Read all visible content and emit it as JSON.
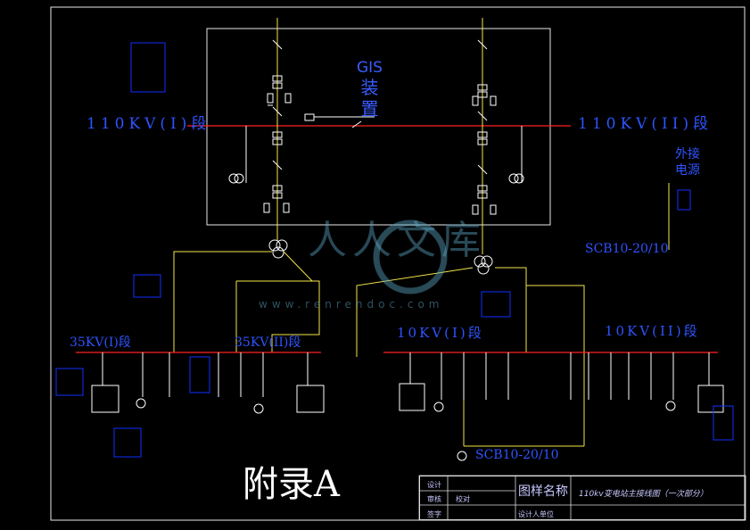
{
  "gis_label_line1": "GIS",
  "gis_label_line2": "装",
  "gis_label_line3": "置",
  "bus_110_1": "110KV(I)段",
  "bus_110_2": "110KV(II)段",
  "external_power_1": "外接",
  "external_power_2": "电源",
  "scb_top": "SCB10-20/10",
  "scb_bottom": "SCB10-20/10",
  "bus_35_1": "35KV(I)段",
  "bus_35_2": "35KV(II)段",
  "bus_10_1": "10KV(I)段",
  "bus_10_2": "10KV(II)段",
  "appendix": "附录A",
  "watermark_cn": "人人文库",
  "watermark_url": "www.renrendoc.com",
  "title_block": {
    "design": "设计",
    "drawing_name_label": "图样名称",
    "drawing_name": "110kv变电站主接线图（一次部分）",
    "review": "审核",
    "design_unit": "设计人单位",
    "sign": "签字",
    "checker": "校对"
  },
  "colors": {
    "frame": "#e8e8e8",
    "bus": "#ff2020",
    "feeder": "#f3e64a",
    "equipment": "#ffffff",
    "label": "#2e54ff",
    "note": "#1030ff"
  }
}
